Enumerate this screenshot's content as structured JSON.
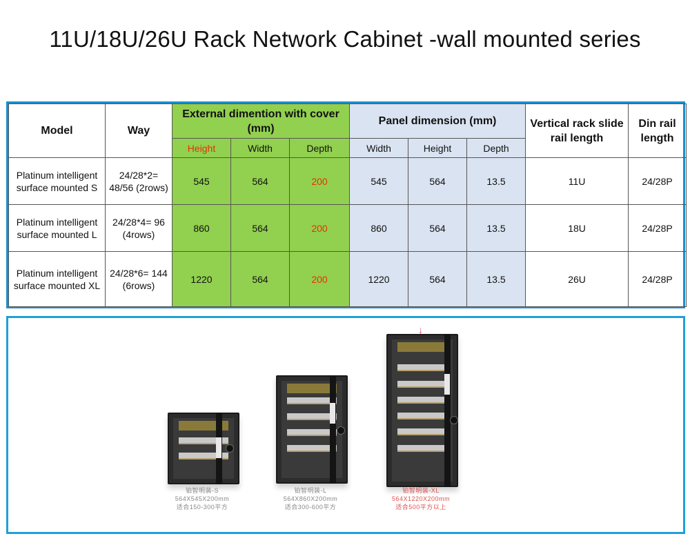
{
  "title": "11U/18U/26U Rack Network Cabinet -wall mounted series",
  "table": {
    "headers": {
      "model": "Model",
      "way": "Way",
      "external_group": "External dimention with cover (mm)",
      "panel_group": "Panel  dimension (mm)",
      "vertical_rail": "Vertical rack slide rail length",
      "din_rail": "Din rail length"
    },
    "sub_headers": {
      "ext_height": "Height",
      "ext_width": "Width",
      "ext_depth": "Depth",
      "panel_width": "Width",
      "panel_height": "Height",
      "panel_depth": "Depth"
    },
    "rows": [
      {
        "model": "Platinum intelligent surface mounted S",
        "way": "24/28*2= 48/56 (2rows)",
        "ext_height": "545",
        "ext_width": "564",
        "ext_depth": "200",
        "panel_width": "545",
        "panel_height": "564",
        "panel_depth": "13.5",
        "vertical_rail": "11U",
        "din_rail": "24/28P"
      },
      {
        "model": "Platinum intelligent surface mounted L",
        "way": "24/28*4= 96 (4rows)",
        "ext_height": "860",
        "ext_width": "564",
        "ext_depth": "200",
        "panel_width": "860",
        "panel_height": "564",
        "panel_depth": "13.5",
        "vertical_rail": "18U",
        "din_rail": "24/28P"
      },
      {
        "model": "Platinum intelligent surface mounted XL",
        "way": "24/28*6= 144 (6rows)",
        "ext_height": "1220",
        "ext_width": "564",
        "ext_depth": "200",
        "panel_width": "1220",
        "panel_height": "564",
        "panel_depth": "13.5",
        "vertical_rail": "26U",
        "din_rail": "24/28P"
      }
    ]
  },
  "colors": {
    "external_bg": "#92d050",
    "panel_bg": "#dae3f1",
    "highlight_red": "#e8300a",
    "border_blue": "#1a8fd0"
  },
  "products": [
    {
      "name": "铂智明装-S",
      "size": "564X545X200mm",
      "area": "适合150-300平方"
    },
    {
      "name": "铂智明装-L",
      "size": "564X860X200mm",
      "area": "适合300-600平方"
    },
    {
      "name": "铂智明装-XL",
      "size": "564X1220X200mm",
      "area": "适合500平方以上"
    }
  ]
}
